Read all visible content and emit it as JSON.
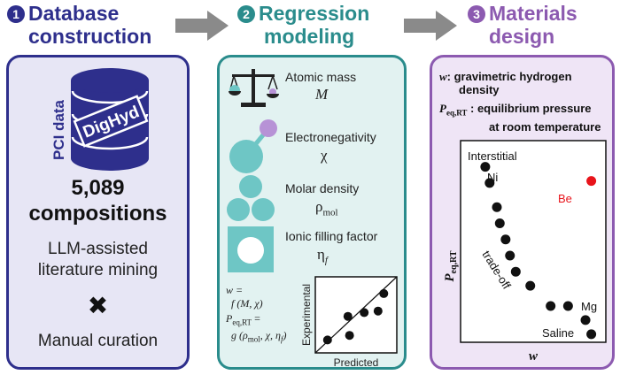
{
  "colors": {
    "step1": "#2e2f8c",
    "step2": "#2a8c8c",
    "step3": "#8c5ab0",
    "panel1_bg": "#e7e6f5",
    "panel2_bg": "#e2f2f1",
    "panel3_bg": "#efe5f6",
    "arrow": "#8a8a8a",
    "accent_red": "#e8141b",
    "teal_shape": "#6ec6c5",
    "lilac_shape": "#b792d6"
  },
  "step1": {
    "number": "1",
    "title_line1": "Database",
    "title_line2": "construction"
  },
  "step2": {
    "number": "2",
    "title_line1": "Regression",
    "title_line2": "modeling"
  },
  "step3": {
    "number": "3",
    "title_line1": "Materials",
    "title_line2": "design"
  },
  "panel1": {
    "cylinder_side_text": "PCI data",
    "cylinder_tag": "DigHyd",
    "count": "5,089",
    "count_label": "compositions",
    "method1_line1": "LLM-assisted",
    "method1_line2": "literature mining",
    "cross_glyph": "✖",
    "method2": "Manual curation"
  },
  "panel2": {
    "features": [
      {
        "name": "Atomic mass",
        "symbol": "M",
        "icon": "balance-scale-icon"
      },
      {
        "name": "Electronegativity",
        "symbol": "χ",
        "icon": "attracting-spheres-icon"
      },
      {
        "name": "Molar density",
        "symbol": "ρ",
        "symbol_sub": "mol",
        "icon": "packed-spheres-icon"
      },
      {
        "name": "Ionic filling factor",
        "symbol": "η",
        "symbol_sub": "f",
        "icon": "filled-square-icon"
      }
    ],
    "eq_w": "w =",
    "eq_w_rhs": "f (M, χ)",
    "eq_p": "P",
    "eq_p_sub": "eq,RT",
    "eq_p_eq": " =",
    "eq_p_rhs": "g (ρ",
    "eq_p_rhs_sub1": "mol",
    "eq_p_rhs_mid": ", χ, η",
    "eq_p_rhs_sub2": "f",
    "eq_p_rhs_end": ")",
    "parity_plot": {
      "xlabel": "Predicted",
      "ylabel": "Experimental",
      "points": [
        [
          0.15,
          0.17
        ],
        [
          0.42,
          0.23
        ],
        [
          0.4,
          0.48
        ],
        [
          0.6,
          0.53
        ],
        [
          0.77,
          0.55
        ],
        [
          0.84,
          0.78
        ]
      ]
    }
  },
  "panel3": {
    "def_w_symbol": "w",
    "def_w_text1": ": gravimetric hydrogen",
    "def_w_text2": "density",
    "def_p_symbol": "P",
    "def_p_sub": "eq,RT",
    "def_p_text1": " : equilibrium pressure",
    "def_p_text2": "at room temperature",
    "plot": {
      "ylabel": "P",
      "ylabel_sub": "eq,RT",
      "xlabel": "w",
      "label_interstitial": "Interstitial",
      "label_ni": "Ni",
      "label_be": "Be",
      "label_mg": "Mg",
      "label_saline": "Saline",
      "label_tradeoff": "trade-off",
      "black_points": [
        [
          0.17,
          0.87
        ],
        [
          0.2,
          0.79
        ],
        [
          0.25,
          0.67
        ],
        [
          0.27,
          0.59
        ],
        [
          0.31,
          0.51
        ],
        [
          0.34,
          0.43
        ],
        [
          0.38,
          0.35
        ],
        [
          0.48,
          0.28
        ],
        [
          0.62,
          0.18
        ],
        [
          0.74,
          0.18
        ],
        [
          0.86,
          0.11
        ],
        [
          0.9,
          0.04
        ]
      ],
      "highlight_point": [
        0.9,
        0.8
      ]
    }
  }
}
